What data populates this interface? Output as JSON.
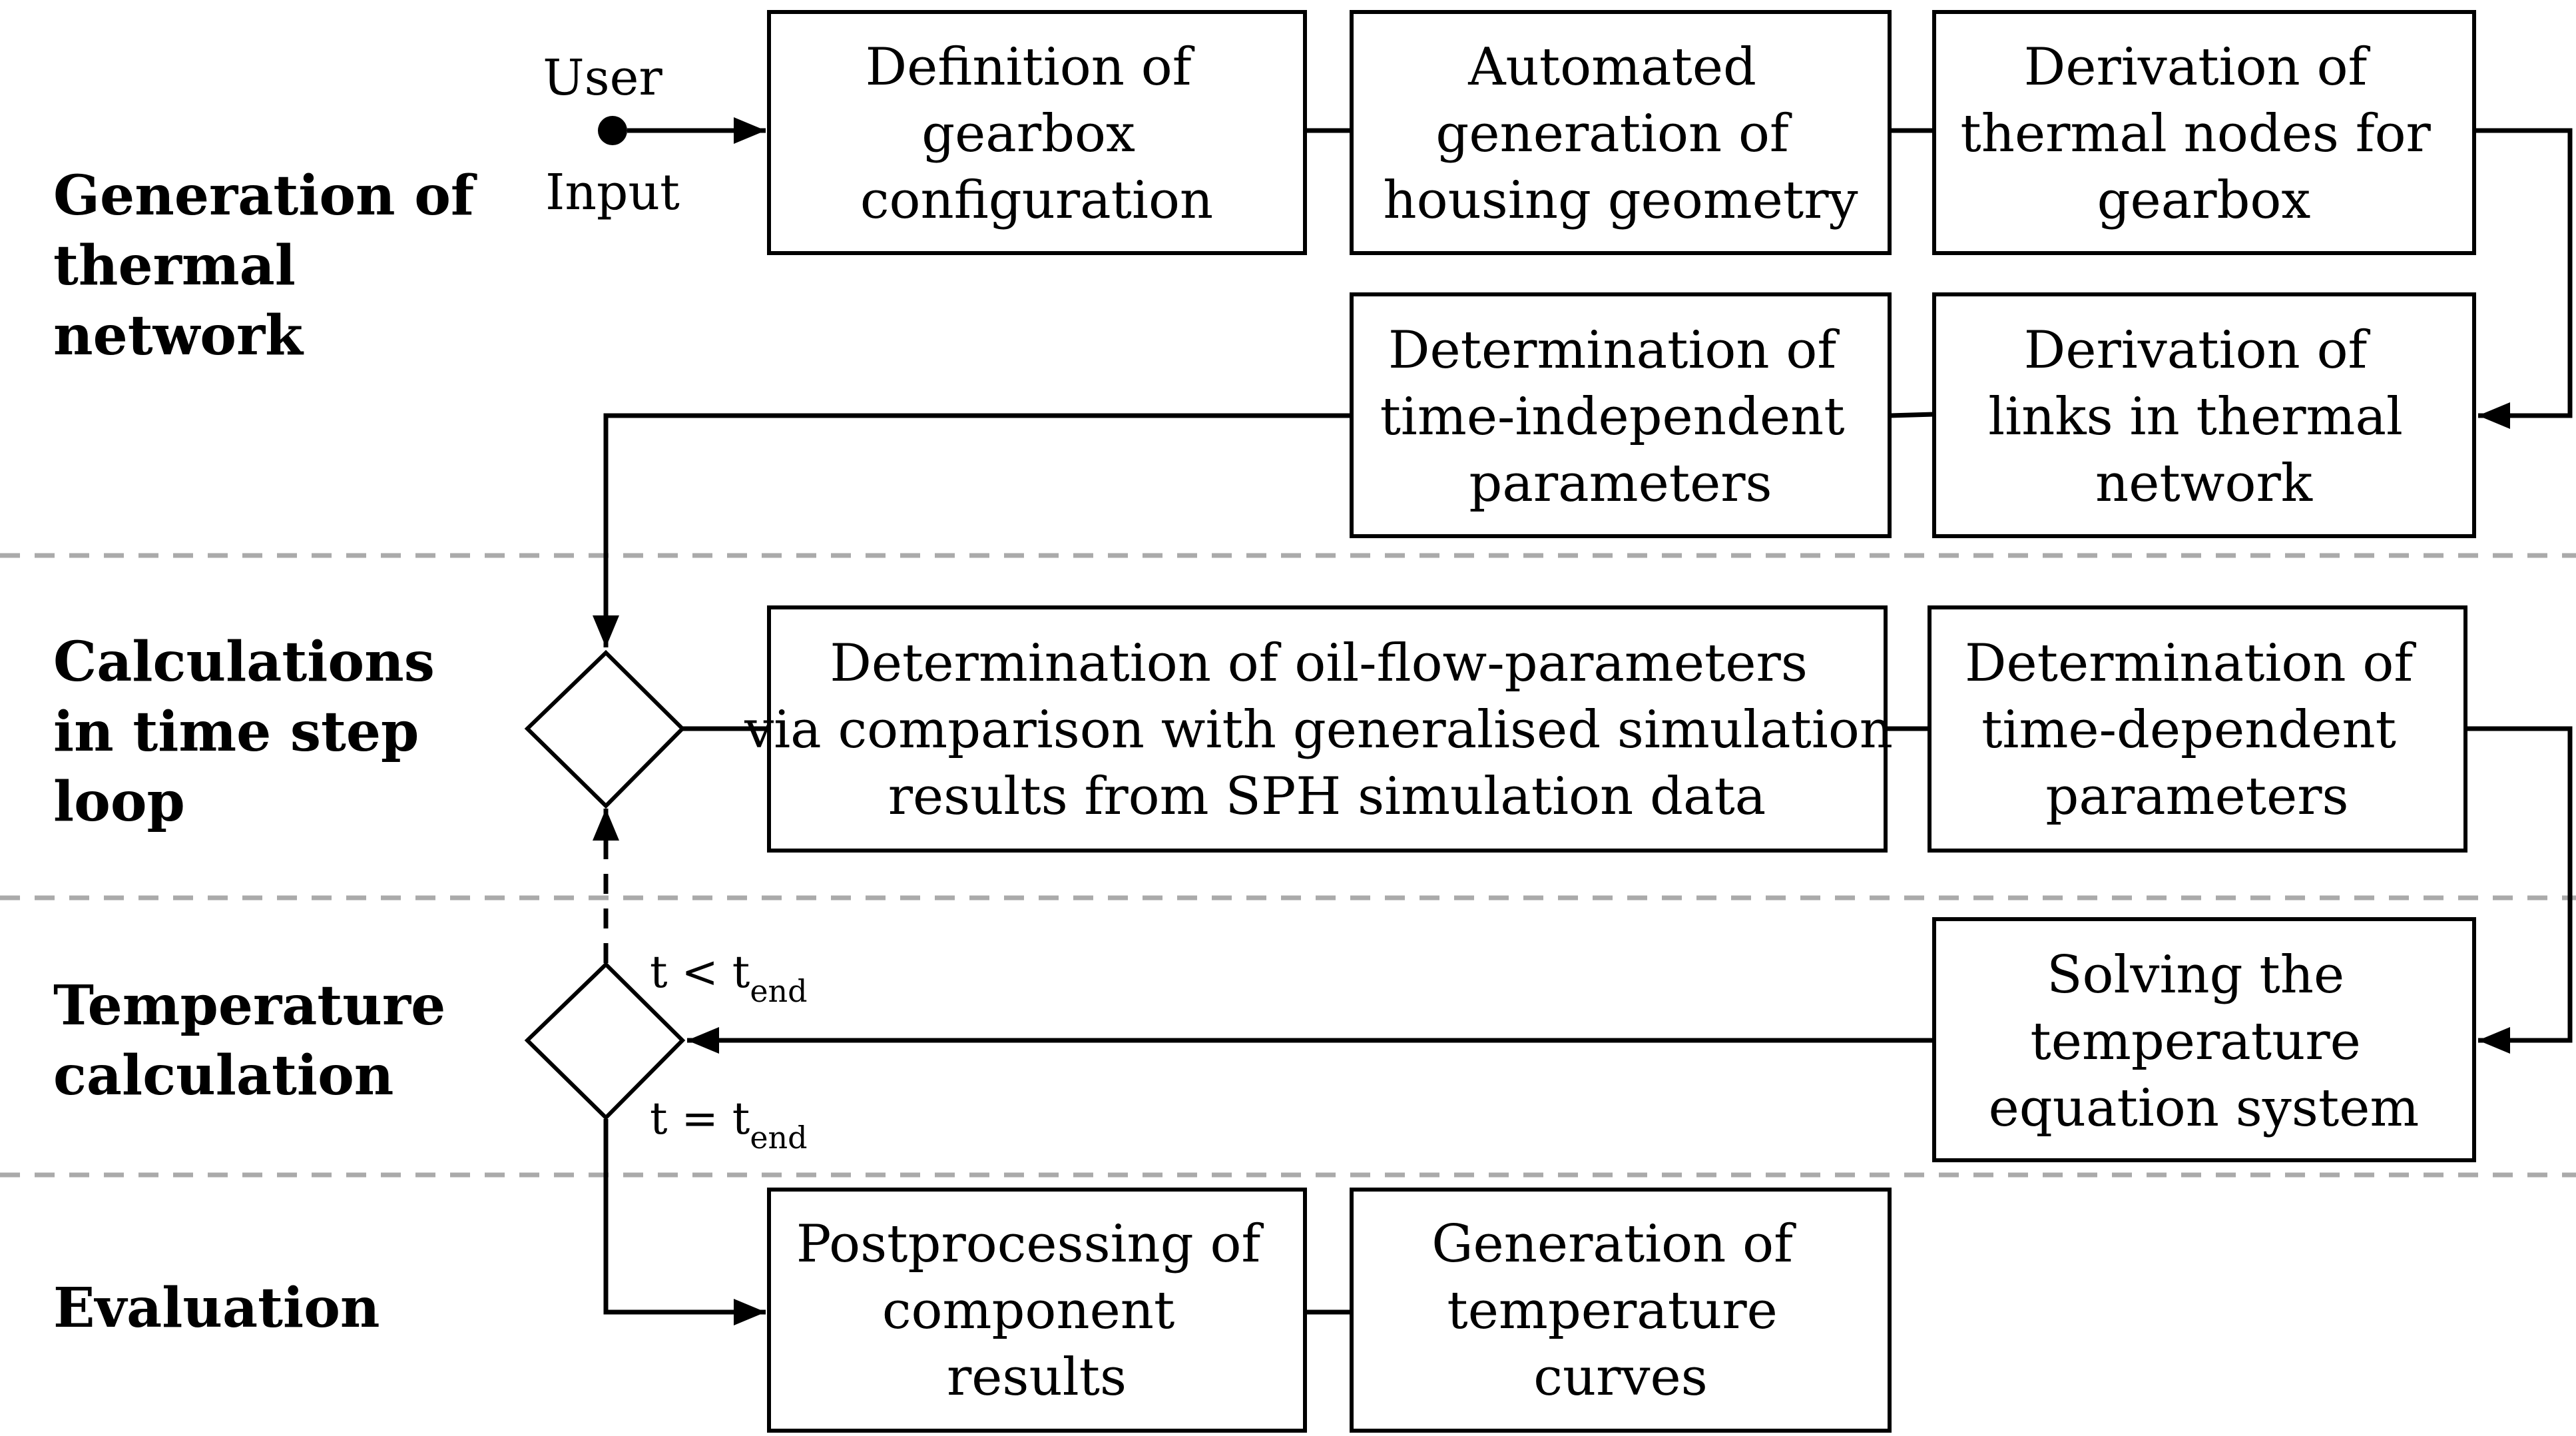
{
  "lanes": [
    {
      "id": "generation",
      "label_lines": [
        "Generation of",
        "thermal",
        "network"
      ]
    },
    {
      "id": "calculations",
      "label_lines": [
        "Calculations",
        "in time step",
        "loop"
      ]
    },
    {
      "id": "temperature",
      "label_lines": [
        "Temperature",
        "calculation"
      ]
    },
    {
      "id": "evaluation",
      "label_lines": [
        "Evaluation"
      ]
    }
  ],
  "user_input": {
    "top": "User",
    "bottom": "Input"
  },
  "boxes": {
    "definition": [
      "Definition of",
      "gearbox",
      "configuration"
    ],
    "housing": [
      "Automated",
      "generation of",
      "housing geometry"
    ],
    "nodes": [
      "Derivation of",
      "thermal nodes for",
      "gearbox"
    ],
    "time_independent": [
      "Determination of",
      "time-independent",
      "parameters"
    ],
    "links": [
      "Derivation of",
      "links in thermal",
      "network"
    ],
    "oil_flow": [
      "Determination of oil-flow-parameters",
      "via comparison with generalised simulation",
      "results from SPH simulation data"
    ],
    "time_dependent": [
      "Determination of",
      "time-dependent",
      "parameters"
    ],
    "solving": [
      "Solving the",
      "temperature",
      "equation system"
    ],
    "postprocessing": [
      "Postprocessing of",
      "component",
      "results"
    ],
    "curves": [
      "Generation of",
      "temperature",
      "curves"
    ]
  },
  "conditions": {
    "loop": {
      "main": "t < t",
      "sub": "end"
    },
    "exit": {
      "main": "t = t",
      "sub": "end"
    }
  }
}
